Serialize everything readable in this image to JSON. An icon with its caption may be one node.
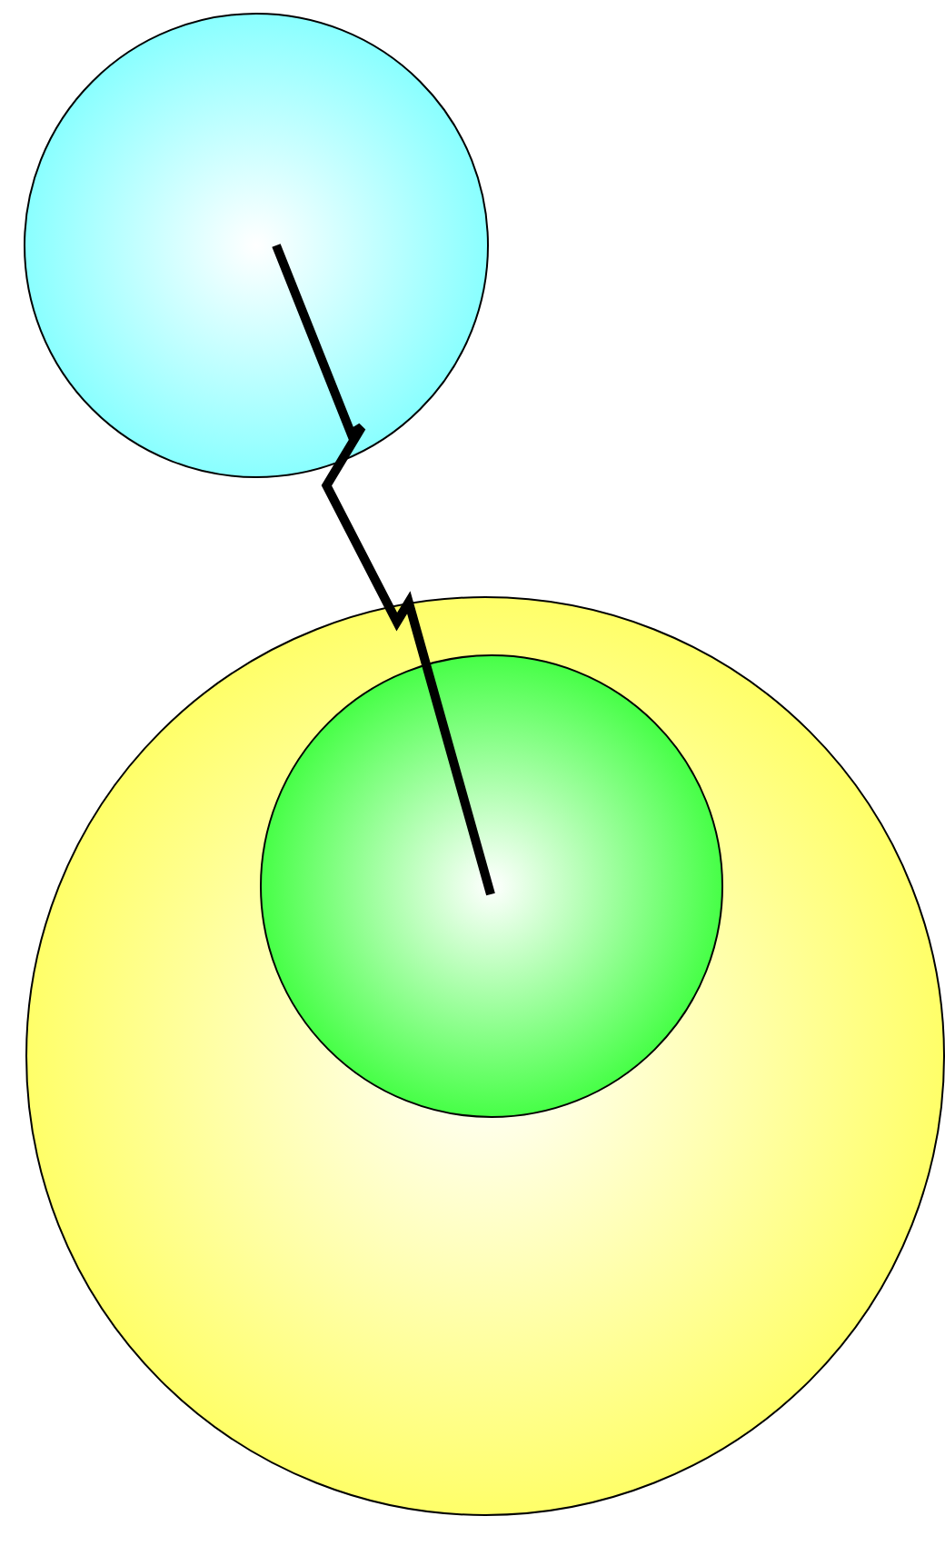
{
  "diagram": {
    "nodes": [
      {
        "text": [],
        "shape": "circle"
      },
      {
        "text": [],
        "shape": "circle"
      },
      {
        "text": [],
        "shape": "circle",
        "in": 1
      }
    ],
    "edges": [
      {
        "from": 0,
        "to": 2,
        "arrow": "none"
      }
    ]
  }
}
